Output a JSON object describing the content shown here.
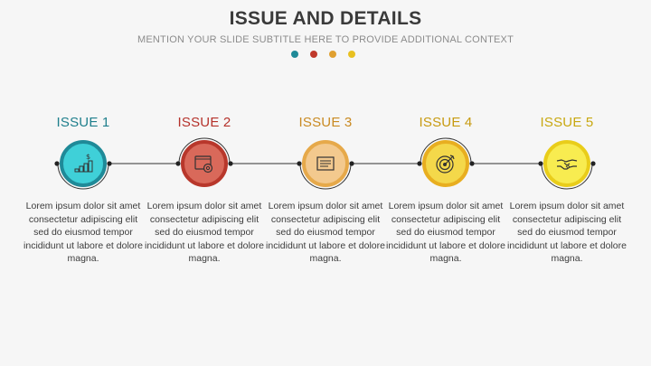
{
  "header": {
    "title": "ISSUE AND DETAILS",
    "subtitle": "MENTION YOUR SLIDE SUBTITLE HERE TO PROVIDE ADDITIONAL CONTEXT",
    "dot_colors": [
      "#1f8a98",
      "#c0392b",
      "#e0a030",
      "#e8c020"
    ]
  },
  "steps": [
    {
      "title": "ISSUE 1",
      "title_color": "#1f7f8c",
      "fill": "#3fd0d8",
      "border": "#1f8a98",
      "icon": "growth-chart-icon",
      "description": "Lorem ipsum dolor sit amet consectetur adipiscing elit sed do eiusmod tempor incididunt ut labore et dolore magna."
    },
    {
      "title": "ISSUE 2",
      "title_color": "#b5322b",
      "fill": "#d9695a",
      "border": "#b8372b",
      "icon": "settings-window-icon",
      "description": "Lorem ipsum dolor sit amet consectetur adipiscing elit sed do eiusmod tempor incididunt ut labore et dolore magna."
    },
    {
      "title": "ISSUE 3",
      "title_color": "#c98a22",
      "fill": "#f3c98e",
      "border": "#e6a94a",
      "icon": "document-icon",
      "description": "Lorem ipsum dolor sit amet consectetur adipiscing elit sed do eiusmod tempor incididunt ut labore et dolore magna."
    },
    {
      "title": "ISSUE 4",
      "title_color": "#c79a10",
      "fill": "#f4d84a",
      "border": "#e8ae20",
      "icon": "target-icon",
      "description": "Lorem ipsum dolor sit amet consectetur adipiscing elit sed do eiusmod tempor incididunt ut labore et dolore magna."
    },
    {
      "title": "ISSUE 5",
      "title_color": "#c8a810",
      "fill": "#f8ec50",
      "border": "#e9cd1a",
      "icon": "handshake-icon",
      "description": "Lorem ipsum dolor sit amet consectetur adipiscing elit sed do eiusmod tempor incididunt ut labore et dolore magna."
    }
  ]
}
